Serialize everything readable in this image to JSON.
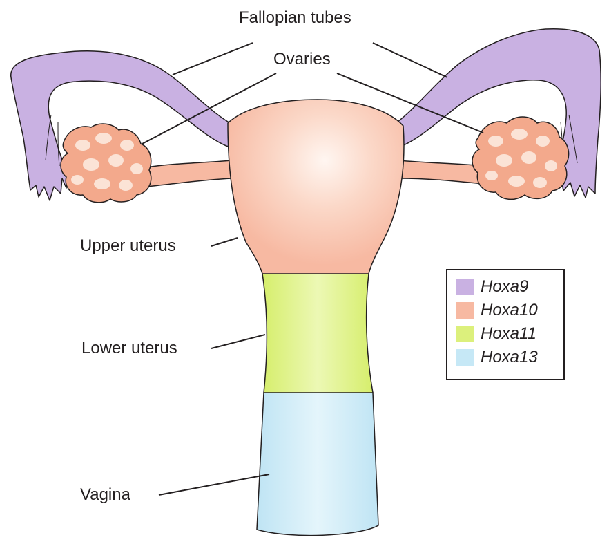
{
  "labels": {
    "fallopian_tubes": "Fallopian tubes",
    "ovaries": "Ovaries",
    "upper_uterus": "Upper uterus",
    "lower_uterus": "Lower uterus",
    "vagina": "Vagina"
  },
  "legend": {
    "items": [
      {
        "name": "Hoxa9",
        "color": "#c9b1e2"
      },
      {
        "name": "Hoxa10",
        "color": "#f7b9a2"
      },
      {
        "name": "Hoxa11",
        "color": "#dcf07c"
      },
      {
        "name": "Hoxa13",
        "color": "#c6e8f6"
      }
    ]
  },
  "colors": {
    "tubes": "#c9b1e2",
    "upper_uterus": "#f7b9a2",
    "ovaries": "#f3a98c",
    "lower_uterus": "#dcf07c",
    "vagina": "#c6e8f6",
    "outline": "#231f20"
  }
}
